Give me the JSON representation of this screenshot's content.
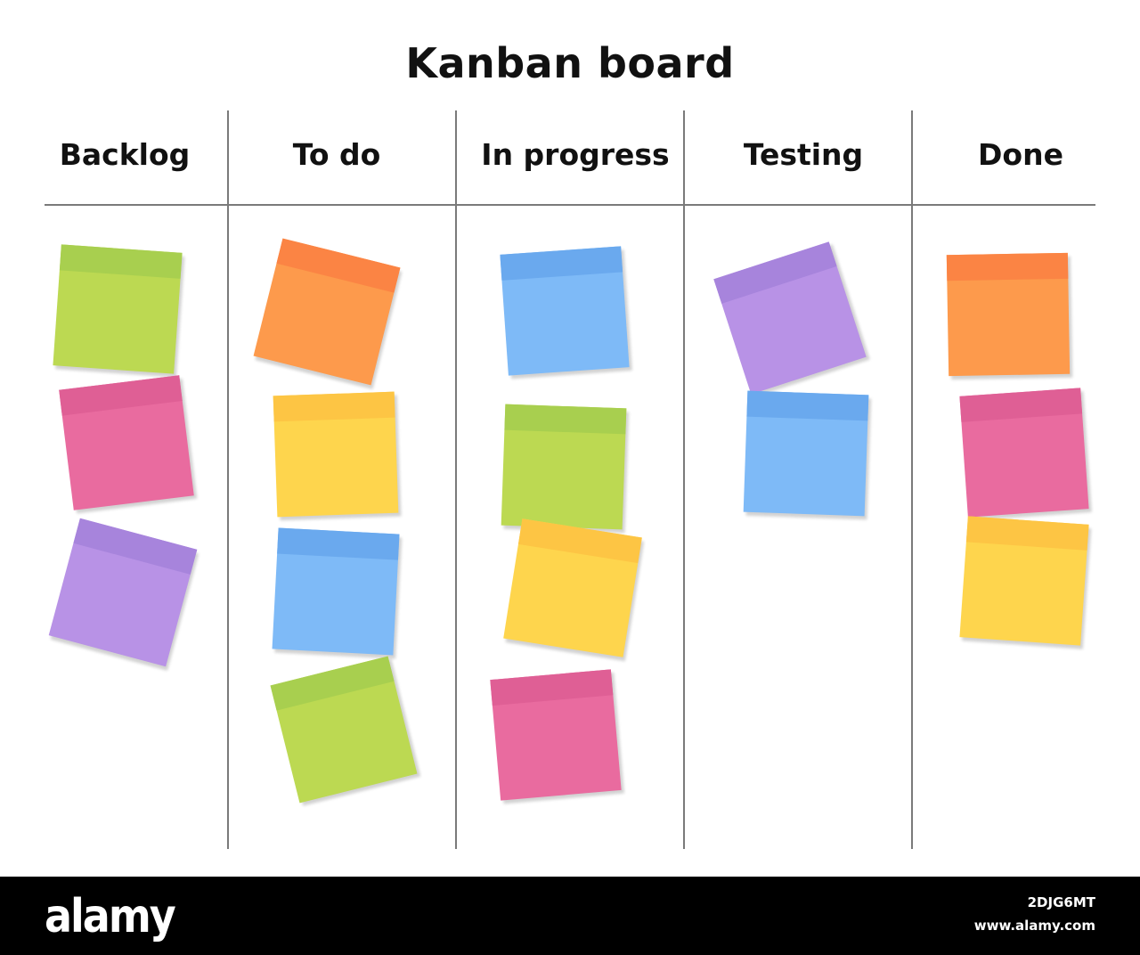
{
  "title": "Kanban board",
  "columns": [
    {
      "label": "Backlog",
      "notes": [
        "green",
        "pink",
        "purple"
      ]
    },
    {
      "label": "To do",
      "notes": [
        "orange",
        "yellow",
        "blue",
        "green"
      ]
    },
    {
      "label": "In progress",
      "notes": [
        "blue",
        "green",
        "yellow",
        "pink"
      ]
    },
    {
      "label": "Testing",
      "notes": [
        "purple",
        "blue"
      ]
    },
    {
      "label": "Done",
      "notes": [
        "orange",
        "pink",
        "yellow"
      ]
    }
  ],
  "colors": {
    "green": {
      "body": "#bcd952",
      "band": "#a8cf4f"
    },
    "pink": {
      "body": "#e96b9f",
      "band": "#df5f95"
    },
    "purple": {
      "body": "#b892e6",
      "band": "#a784dc"
    },
    "orange": {
      "body": "#fd9a4c",
      "band": "#fb8444"
    },
    "yellow": {
      "body": "#fed54d",
      "band": "#fdc544"
    },
    "blue": {
      "body": "#7ebaf7",
      "band": "#6aa9ee"
    }
  },
  "footer": {
    "brand": "alamy",
    "image_id": "2DJG6MT",
    "url": "www.alamy.com"
  }
}
